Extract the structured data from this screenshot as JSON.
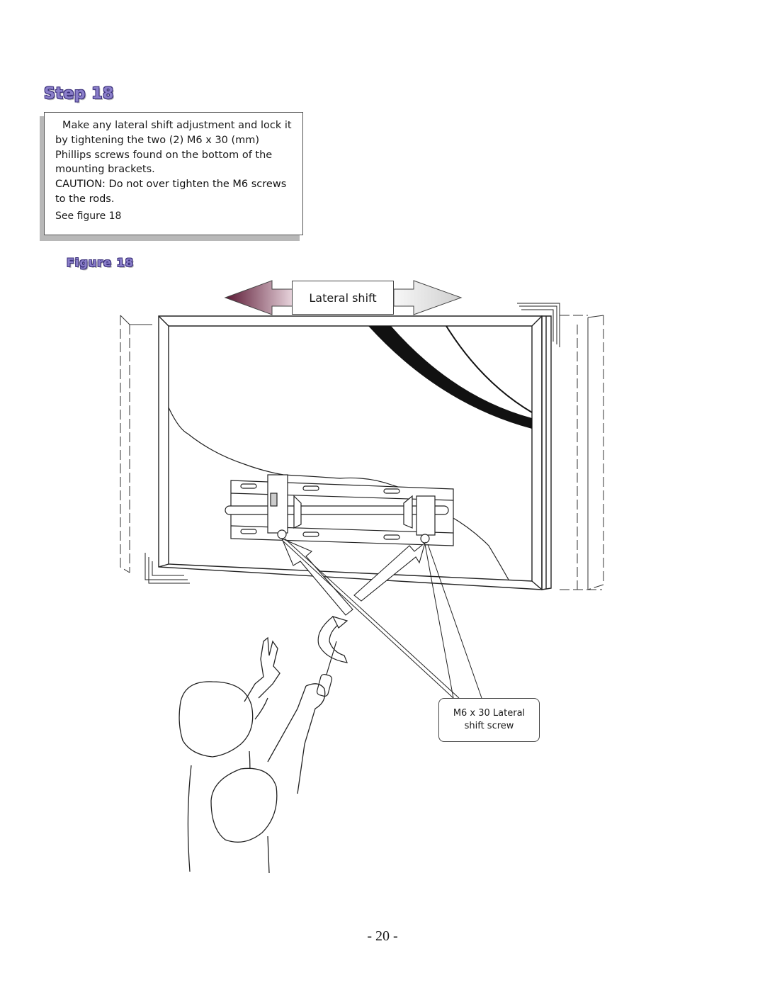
{
  "step": {
    "title": "Step 18"
  },
  "instructions": {
    "line1": "Make any lateral shift adjustment and lock it by tightening the two (2) M6 x 30 (mm) Phillips screws found on the bottom of the mounting brackets.",
    "caution": "CAUTION: Do not over tighten the M6 screws to the rods.",
    "see": "See figure 18"
  },
  "figure": {
    "title": "Figure 18",
    "lateral_label": "Lateral shift",
    "callout_line1": "M6 x 30 Lateral",
    "callout_line2": "shift screw",
    "colors": {
      "arrow_left": "#6b1f3c",
      "arrow_right": "#e8e8e8"
    }
  },
  "page": {
    "number": "- 20 -"
  }
}
